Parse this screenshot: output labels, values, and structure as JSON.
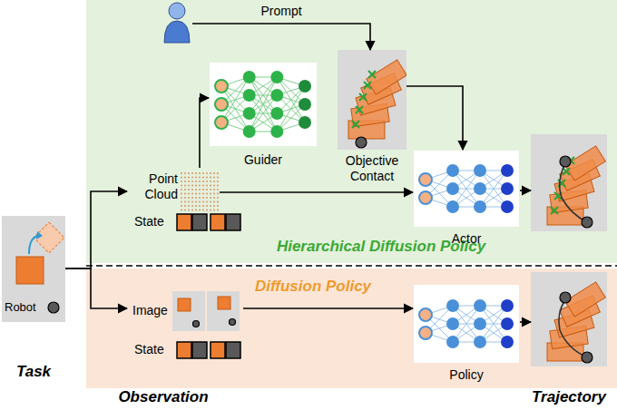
{
  "diagram": {
    "nodes": [
      {
        "text": [
          "Robot"
        ]
      },
      {
        "text": [
          "Hierarchical Diffusion Policy"
        ]
      },
      {
        "text": [],
        "in": 1
      },
      {
        "text": [
          "Point Cloud"
        ],
        "in": 1
      },
      {
        "text": [
          "State"
        ],
        "in": 1
      },
      {
        "text": [
          "Guider"
        ],
        "in": 1
      },
      {
        "text": [
          "Objective Contact"
        ],
        "in": 1
      },
      {
        "text": [
          "Actor"
        ],
        "in": 1
      },
      {
        "text": [],
        "in": 1
      },
      {
        "text": [
          "Diffusion Policy"
        ]
      },
      {
        "text": [
          "Image"
        ],
        "in": 9
      },
      {
        "text": [
          "State"
        ],
        "in": 9
      },
      {
        "text": [
          "Policy"
        ],
        "in": 9
      },
      {
        "text": [],
        "in": 9
      }
    ],
    "edges": [
      {
        "from": 0,
        "to": 3,
        "arrow": "to"
      },
      {
        "from": 0,
        "to": 10,
        "arrow": "to"
      },
      {
        "from": 2,
        "to": 6,
        "label": "Prompt",
        "arrow": "to"
      },
      {
        "from": 3,
        "to": 5,
        "arrow": "to"
      },
      {
        "from": 3,
        "to": 7,
        "arrow": "to"
      },
      {
        "from": 6,
        "to": 7,
        "arrow": "to"
      },
      {
        "from": 7,
        "to": 8,
        "arrow": "to"
      },
      {
        "from": 10,
        "to": 12,
        "arrow": "to"
      },
      {
        "from": 12,
        "to": 13,
        "arrow": "to"
      }
    ],
    "labels": [
      "Task",
      "Observation",
      "Trajectory"
    ]
  }
}
